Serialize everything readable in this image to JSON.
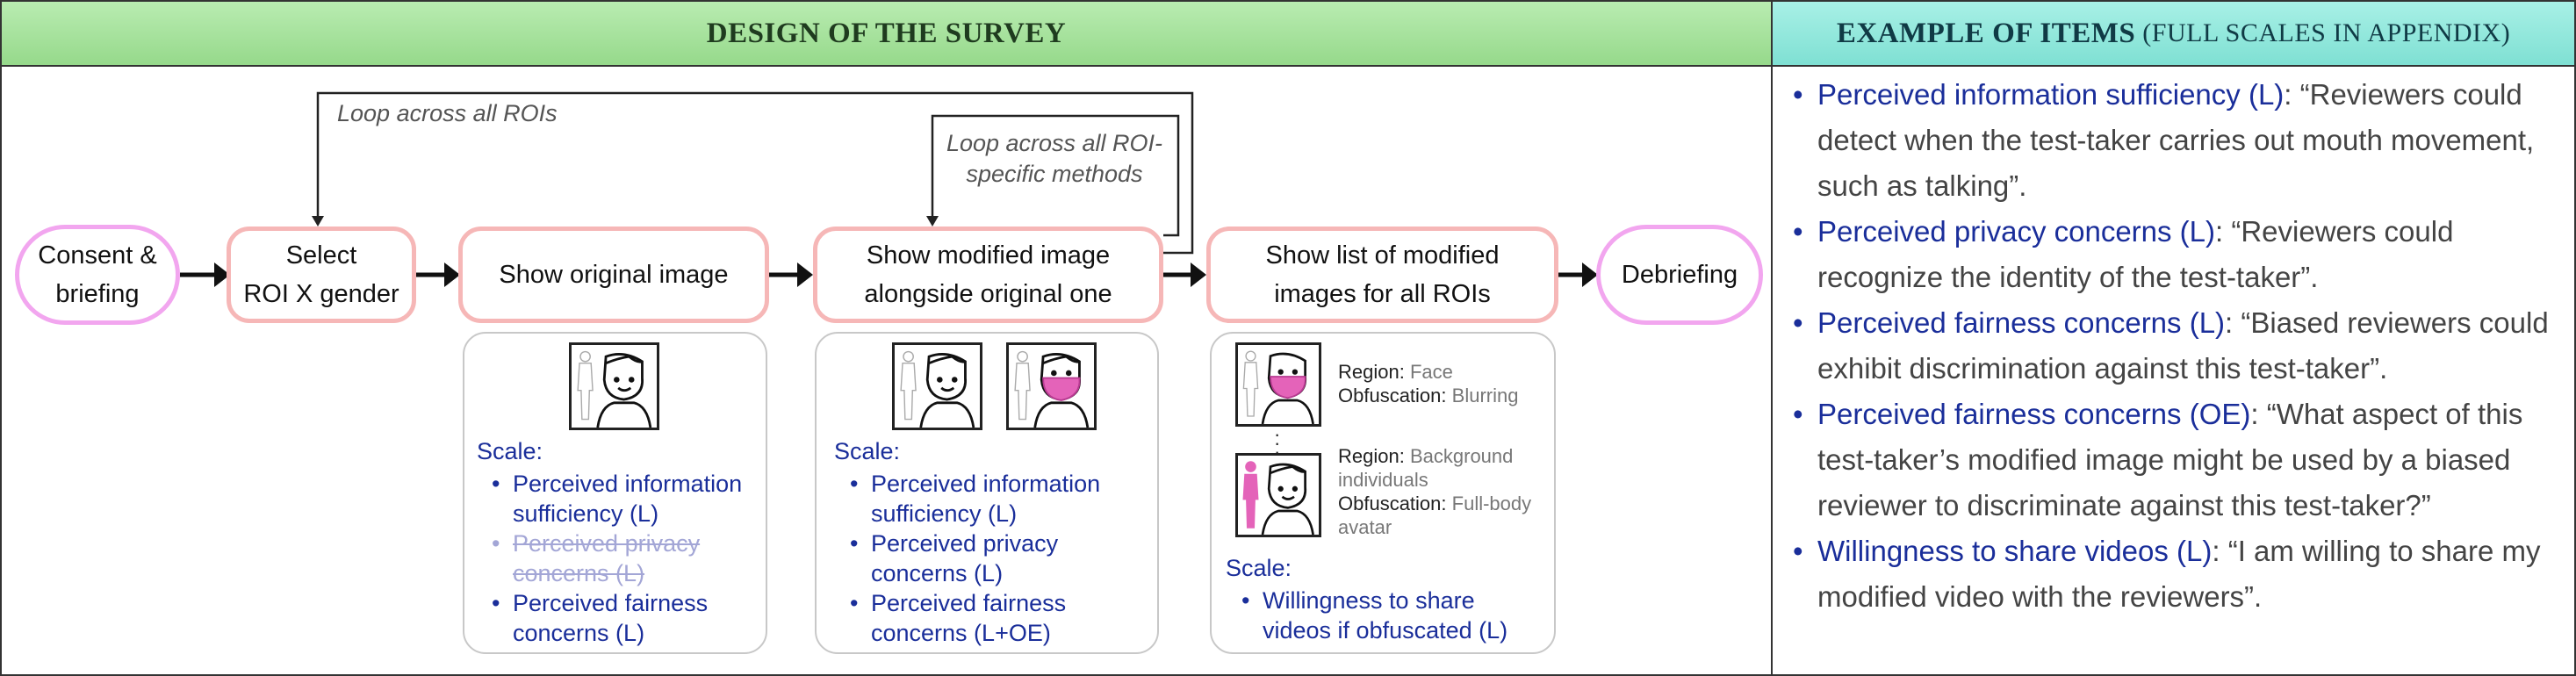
{
  "headers": {
    "left_title": "DESIGN OF THE SURVEY",
    "right_title": "EXAMPLE OF ITEMS",
    "right_subtitle": "(FULL SCALES IN APPENDIX)"
  },
  "flow": {
    "steps": [
      {
        "id": "consent",
        "lines": [
          "Consent &",
          "briefing"
        ]
      },
      {
        "id": "select",
        "lines": [
          "Select",
          "ROI X gender"
        ]
      },
      {
        "id": "show-original",
        "lines": [
          "Show original image"
        ]
      },
      {
        "id": "show-modified",
        "lines": [
          "Show modified image",
          "alongside original one"
        ]
      },
      {
        "id": "show-list",
        "lines": [
          "Show list of modified",
          "images for all ROIs"
        ]
      },
      {
        "id": "debriefing",
        "lines": [
          "Debriefing"
        ]
      }
    ],
    "loops": {
      "outer": "Loop across all ROIs",
      "inner": [
        "Loop across all ROI-",
        "specific methods"
      ]
    }
  },
  "panels": {
    "original": {
      "scale_label": "Scale:",
      "items": [
        {
          "lines": [
            "Perceived information",
            "sufficiency (L)"
          ],
          "struck": false
        },
        {
          "lines": [
            "Perceived privacy",
            "concerns (L)"
          ],
          "struck": true
        },
        {
          "lines": [
            "Perceived fairness",
            "concerns (L)"
          ],
          "struck": false
        }
      ]
    },
    "modified": {
      "scale_label": "Scale:",
      "items": [
        {
          "lines": [
            "Perceived information",
            "sufficiency (L)"
          ],
          "struck": false
        },
        {
          "lines": [
            "Perceived privacy",
            "concerns (L)"
          ],
          "struck": false
        },
        {
          "lines": [
            "Perceived fairness",
            "concerns (L+OE)"
          ],
          "struck": false
        }
      ]
    },
    "list": {
      "examples": [
        {
          "region_key": "Region:",
          "region": "Face",
          "obf_key": "Obfuscation:",
          "obf": "Blurring"
        },
        {
          "region_key": "Region:",
          "region": "Background individuals",
          "obf_key": "Obfuscation:",
          "obf": "Full-body avatar"
        }
      ],
      "scale_label": "Scale:",
      "items": [
        {
          "lines": [
            "Willingness to share",
            "videos if obfuscated (L)"
          ],
          "struck": false
        }
      ]
    }
  },
  "examples": [
    {
      "label": "Perceived information sufficiency (L)",
      "sep": ":",
      "quote": " “Reviewers could detect when the test-taker carries out mouth movement, such as talking”."
    },
    {
      "label": "Perceived privacy concerns (L)",
      "sep": ":",
      "quote": " “Reviewers could recognize the identity of the test-taker”."
    },
    {
      "label": "Perceived fairness concerns (L)",
      "sep": ":",
      "quote": " “Biased reviewers could exhibit discrimination against this test-taker”."
    },
    {
      "label": "Perceived fairness concerns (OE)",
      "sep": ":",
      "quote": " “What aspect of this test-taker’s modified image might be used by a biased reviewer to discriminate against this test-taker?”"
    },
    {
      "label": "Willingness to share videos (L)",
      "sep": ":",
      "quote": " “I am willing to share my modified video with the reviewers”."
    }
  ],
  "colors": {
    "process_border": "#f6b7b7",
    "terminal_border": "#f2a6ef",
    "scale_text": "#1a2e9a",
    "mask": "#e463b9"
  },
  "icons": [
    "person-silhouette-icon",
    "face-icon",
    "pink-mask-icon",
    "pink-avatar-icon"
  ]
}
